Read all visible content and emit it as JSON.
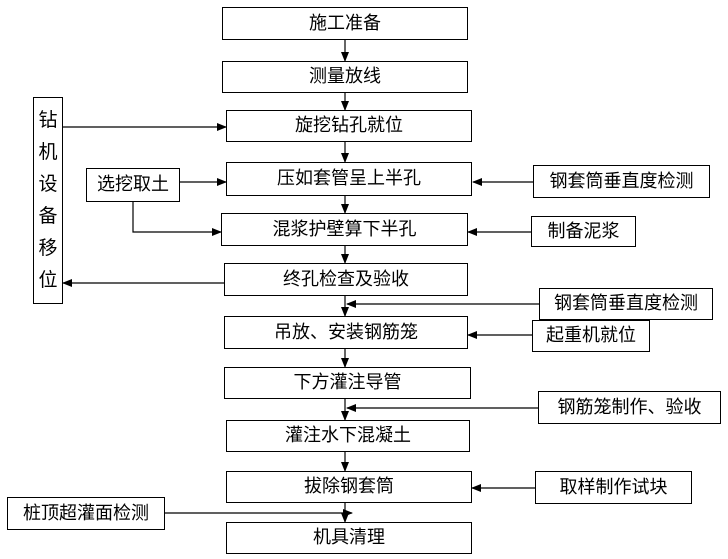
{
  "main_steps": [
    {
      "id": "s1",
      "label": "施工准备"
    },
    {
      "id": "s2",
      "label": "测量放线"
    },
    {
      "id": "s3",
      "label": "旋挖钻孔就位"
    },
    {
      "id": "s4",
      "label": "压如套管呈上半孔"
    },
    {
      "id": "s5",
      "label": "混浆护壁算下半孔"
    },
    {
      "id": "s6",
      "label": "终孔检查及验收"
    },
    {
      "id": "s7",
      "label": "吊放、安装钢筋笼"
    },
    {
      "id": "s8",
      "label": "下方灌注导管"
    },
    {
      "id": "s9",
      "label": "灌注水下混凝土"
    },
    {
      "id": "s10",
      "label": "拔除钢套筒"
    },
    {
      "id": "s11",
      "label": "机具清理"
    }
  ],
  "side_left": {
    "drill_move": "钻机设备移位",
    "select_soil": "选挖取土",
    "pile_top_check": "桩顶超灌面检测"
  },
  "side_right": {
    "casing_check_1": "钢套筒垂直度检测",
    "prepare_slurry": "制备泥浆",
    "casing_check_2": "钢套筒垂直度检测",
    "crane_ready": "起重机就位",
    "cage_make": "钢筋笼制作、验收",
    "sample_block": "取样制作试块"
  },
  "colors": {
    "line": "#000000",
    "box_border": "#000000",
    "background": "#ffffff"
  }
}
